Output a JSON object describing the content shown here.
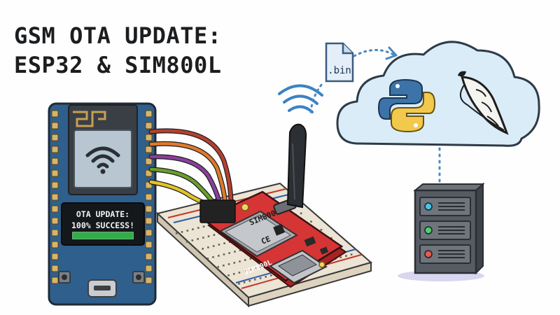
{
  "title": {
    "line1": "GSM OTA UPDATE:",
    "line2": "ESP32 & SIM800L"
  },
  "esp32": {
    "screen_line1": "OTA UPDATE:",
    "screen_line2": "100% SUCCESS!",
    "progress": 1.0
  },
  "sim800l": {
    "board_label": "SIM800L",
    "side_label": "SIM800L",
    "chip_mark": "CE"
  },
  "file": {
    "extension": ".bin"
  },
  "cloud": {
    "icons": [
      "python-logo-icon",
      "flask-horn-icon"
    ]
  },
  "server": {
    "icon": "server-rack-icon"
  },
  "colors": {
    "esp_board": "#2f5f8c",
    "sim_board": "#d63535",
    "cloud_fill": "#d9ecf8",
    "progress_fill": "#2fae4a",
    "wires": [
      "#b5402f",
      "#e07a2c",
      "#8a3f9c",
      "#6a9e2d",
      "#e3c22a"
    ]
  }
}
